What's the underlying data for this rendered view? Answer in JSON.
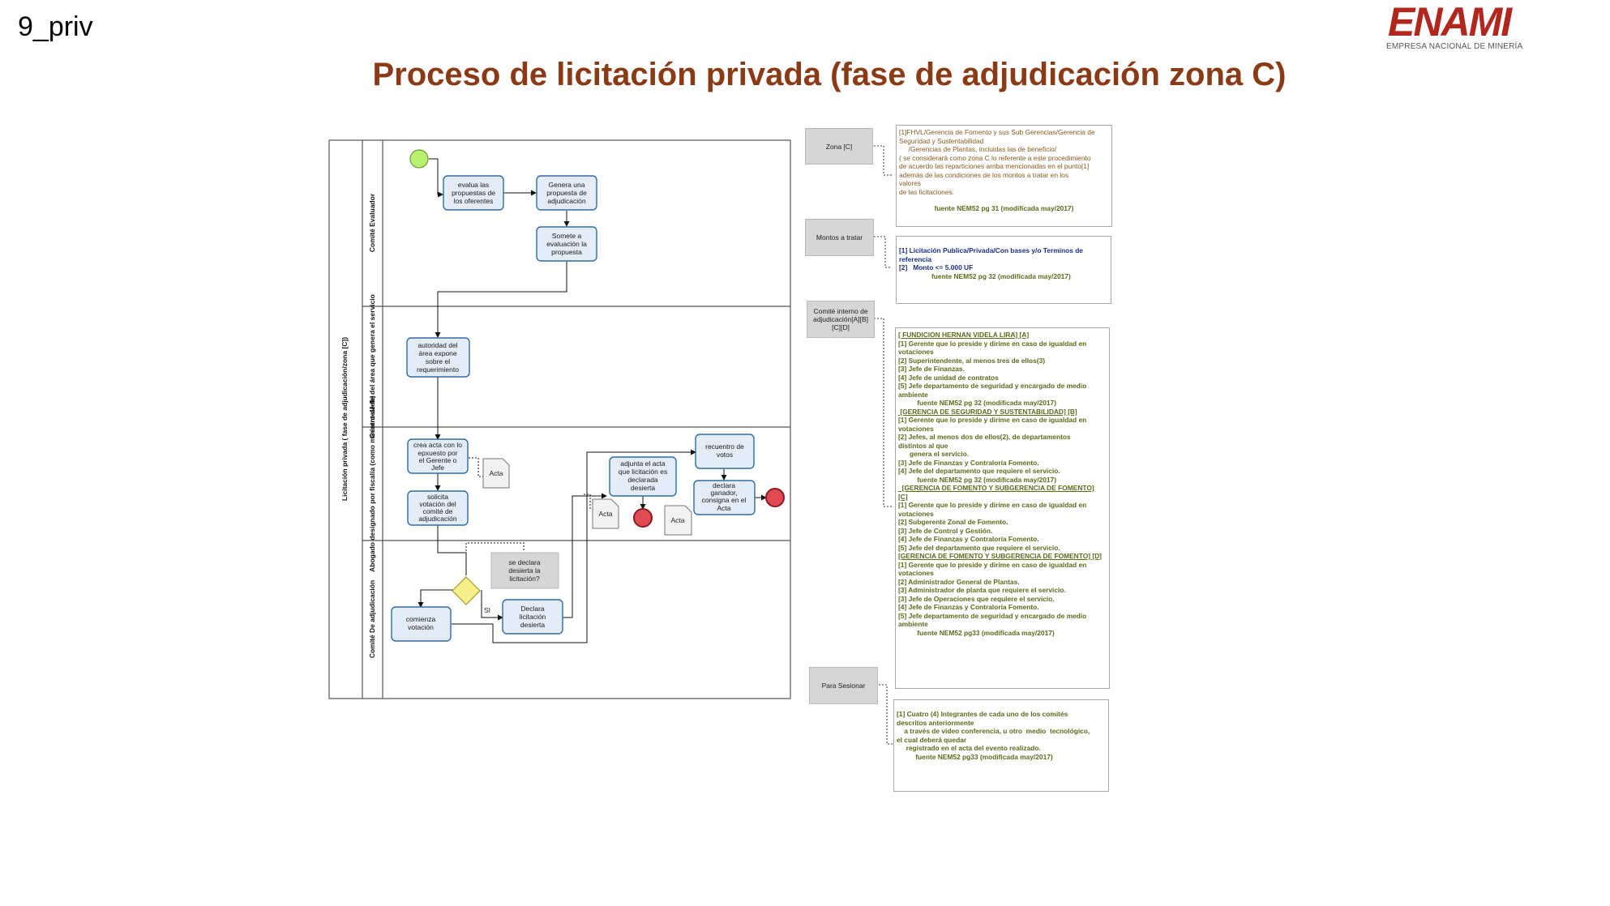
{
  "slide_id": "9_priv",
  "title": "Proceso de licitación privada (fase de adjudicación zona C)",
  "logo": {
    "text": "ENAMI",
    "tagline": "EMPRESA NACIONAL DE MINERÍA"
  },
  "pool_label": "Licitación privada ( fase de adjudicación/zona [C])",
  "lanes": [
    "Comité Evaluador",
    "Gerente/Jefe del área que genera el servicio",
    "Abogado designado por fiscalía (como ministro de fe)",
    "Comité De adjudicación"
  ],
  "tasks": {
    "evalua": [
      "evalua las",
      "propuestas de",
      "los oferentes"
    ],
    "genera": [
      "Genera una",
      "propuesta de",
      "adjudicación"
    ],
    "somete": [
      "Somete a",
      "evaluación la",
      "propuesta"
    ],
    "autoridad": [
      "autoridad del",
      "área expone",
      "sobre el",
      "requerimiento"
    ],
    "crea_acta": [
      "crea acta con lo",
      "epxuesto por",
      "el Gerente o",
      "Jefe"
    ],
    "solicita": [
      "solicita",
      "votación del",
      "comité de",
      "adjudicación"
    ],
    "adjunta": [
      "adjunta el acta",
      "que licitación es",
      "declarada",
      "desierta"
    ],
    "recuento": [
      "recuentro de",
      "votos"
    ],
    "declara_ganador": [
      "declara",
      "ganador,",
      "consigna en el",
      "Acta"
    ],
    "comienza": [
      "comienza",
      "votación"
    ],
    "declara_desierta": [
      "Declara",
      "licitación",
      "desierta"
    ]
  },
  "artifacts": {
    "acta": "Acta"
  },
  "gateway_question": [
    "se declara",
    "desierta la",
    "licitación?"
  ],
  "gateway_yes": "SI",
  "side_tags": {
    "zona": "Zona [C]",
    "montos": "Montos a tratar",
    "comite": [
      "Comité interno de",
      "adjudicación[A][B]",
      "[C][D]"
    ],
    "sesionar": "Para Sesionar"
  },
  "notes": {
    "zona": {
      "lines": [
        "[1]FHVL/Gerencia de Fomento y sus Sub Gerencias/Gerencia de",
        "Seguridad y Sustentabilidad",
        "     /Gerencias de Plantas, incluidas las de beneficio/",
        "( se considerará como zona C lo referente a este procedimiento",
        "de acuerdo las reparticiones arriba mencionadas en el punto[1]",
        "además de las condiciones de los montos a tratar en los",
        "valores",
        "de las licitaciones."
      ],
      "source": "fuente NEM52 pg 31 (modificada may/2017)"
    },
    "montos": {
      "lines": [
        "[1] Licitación Publica/Privada/Con bases y/o Terminos de",
        "referencia",
        "[2]   Monto <= 5.000 UF"
      ],
      "source": "fuente NEM52 pg 32 (modificada may/2017)"
    },
    "comite": {
      "lines": [
        "[ FUNDICION HERNAN VIDELA LIRA] [A]",
        "",
        "[1] Gerente que lo preside y dirime en caso de igualdad en",
        "votaciones",
        "[2] Superintendente, al menos tres de ellos(3)",
        "[3] Jefe de Finanzas.",
        "[4] Jefe de unidad de contratos",
        "[5] Jefe departamento de seguridad y encargado de medio",
        "ambiente",
        "          fuente NEM52 pg 32 (modificada may/2017)",
        " [GERENCIA DE SEGURIDAD Y SUSTENTABILIDAD] [B]",
        "",
        "[1] Gerente que lo preside y dirime en caso de igualdad en",
        "votaciones",
        "[2] Jefes, al menos dos de ellos(2), de departamentos",
        "distintos al que",
        "      genera el servicio.",
        "[3] Jefe de Finanzas y Contraloría Fomento.",
        "[4] Jefe del departamento que requiere el servicio.",
        "          fuente NEM52 pg 32 (modificada may/2017)",
        "  [GERENCIA DE FOMENTO Y SUBGERENCIA DE FOMENTO]",
        "[C]",
        "",
        "[1] Gerente que lo preside y dirime en caso de igualdad en",
        "votaciones",
        "[2] Subgerente Zonal de Fomento.",
        "[3] Jefe de Control y Gestión.",
        "[4] Jefe de Finanzas y Contraloría Fomento.",
        "[5] Jefe del departamento que requiere el servicio.",
        "",
        "[GERENCIA DE FOMENTO Y SUBGERENCIA DE FOMENTO] [D]",
        "",
        "[1] Gerente que lo preside y dirime en caso de igualdad en",
        "votaciones",
        "[2] Administrador General de Plantas.",
        "[3] Administrador de planta que requiere el servicio.",
        "[3] Jefe de Operaciones que requiere el servicio.",
        "[4] Jefe de Finanzas y Contraloría Fomento.",
        "[5] Jefe departamento de seguridad y encargado de medio",
        "ambiente",
        "",
        "          fuente NEM52 pg33 (modificada may/2017)"
      ]
    },
    "sesionar": {
      "lines": [
        "[1] Cuatro (4) Integrantes de cada uno de los comités",
        "descritos anteriormente",
        "    a través de video conferencia, u otro  medio  tecnológico,",
        "el cual deberá quedar",
        "     registrado en el acta del evento realizado.",
        "",
        "",
        "          fuente NEM52 pg33 (modificada may/2017)"
      ]
    }
  },
  "colors": {
    "title": "#8b3a16",
    "logo": "#b3261e",
    "task_fill": "#e4ecf8",
    "task_stroke": "#2e6ca6",
    "start_event": "#b9f06e",
    "end_event": "#e04a52",
    "gateway": "#f6f08a",
    "note_olive": "#5c6a1a",
    "note_navy": "#1b2f8a"
  }
}
